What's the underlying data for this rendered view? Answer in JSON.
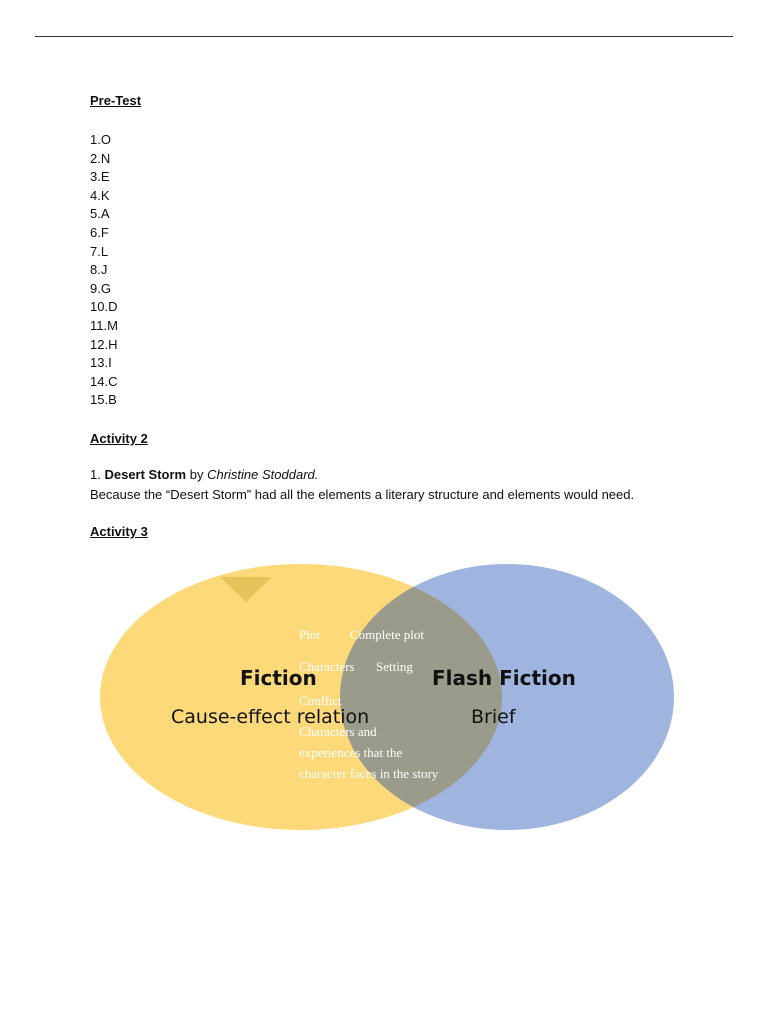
{
  "pretest": {
    "heading": "Pre-Test",
    "answers": [
      "1.O",
      "2.N",
      "3.E",
      "4.K",
      "5.A",
      "6.F",
      "7.L",
      "8.J",
      "9.G",
      "10.D",
      "11.M",
      "12.H",
      "13.I",
      "14.C",
      "15.B"
    ]
  },
  "activity2": {
    "heading": "Activity 2",
    "item_number": "1.",
    "title": "Desert Storm",
    "by": "by",
    "author": "Christine Stoddard.",
    "reason": "Because the “Desert Storm” had all the elements a literary structure and elements would need."
  },
  "activity3": {
    "heading": "Activity 3",
    "venn": {
      "left": {
        "title": "Fiction",
        "detail": "Cause-effect relation",
        "color": "#FDD97A"
      },
      "right": {
        "title": "Flash Fiction",
        "detail": "Brief",
        "color": "#9FB5DF"
      },
      "overlap": {
        "color": "#9B9B8C",
        "items": {
          "plot": "Plot",
          "complete_plot": "Complete plot",
          "characters": "Characters",
          "setting": "Setting",
          "conflict": "Conflict",
          "char_line1": "Characters and",
          "char_line2": "experiences that the",
          "char_line3": "character faces in the story"
        }
      },
      "marker_color": "#E8C25A"
    }
  }
}
